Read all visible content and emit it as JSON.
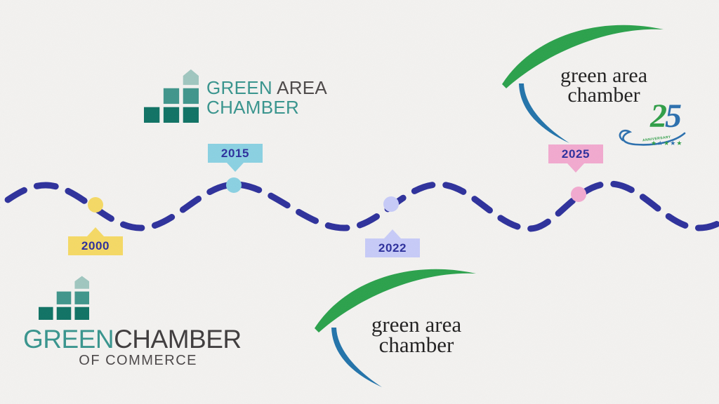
{
  "palette": {
    "background": "#f3f2f0",
    "navy": "#2d309b",
    "teal_text": "#37948d",
    "area_dark": "#4c4848",
    "chamber_dark": "#3e3b3c",
    "commerce_gray": "#4b4748",
    "square_dark": "#0f7264",
    "square_medium": "#3f958b",
    "square_light": "#9fc6bf",
    "brush_green": "#2aa14b",
    "brush_blue": "#2273aa",
    "serif_text": "#201f1f",
    "badge_green": "#2f9e47",
    "badge_blue": "#2b6fae"
  },
  "timeline": {
    "line_color": "#2d309b",
    "year_text_color": "#2c2f9c",
    "items": [
      {
        "year": "2000",
        "color": "#f5d964",
        "label_position": "below"
      },
      {
        "year": "2015",
        "color": "#8ad1e2",
        "label_position": "above"
      },
      {
        "year": "2022",
        "color": "#c7cbf8",
        "label_position": "below"
      },
      {
        "year": "2025",
        "color": "#f2a9cf",
        "label_position": "above"
      }
    ]
  },
  "logos": {
    "era_2000": {
      "name_green": "GREEN",
      "name_dark": "CHAMBER",
      "subtitle": "OF COMMERCE"
    },
    "era_2015": {
      "line1_green": "GREEN",
      "line1_dark": "AREA",
      "line2": "CHAMBER"
    },
    "era_2022": {
      "line1": "green area",
      "line2": "chamber"
    },
    "era_2025": {
      "line1": "green area",
      "line2": "chamber",
      "badge": {
        "digit_green": "2",
        "digit_blue": "5",
        "subtext": "ANNIVERSARY",
        "star": "★"
      }
    }
  }
}
